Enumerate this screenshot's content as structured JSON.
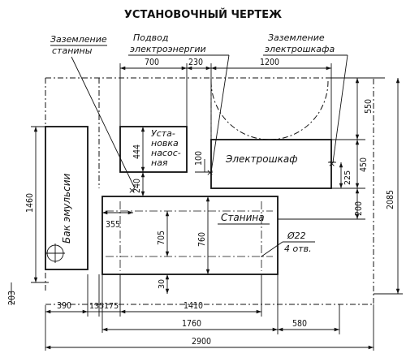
{
  "title": "УСТАНОВОЧНЫЙ ЧЕРТЕЖ",
  "labels": {
    "zazem_stan_1": "Заземление",
    "zazem_stan_2": "станины",
    "podvod_1": "Подвод",
    "podvod_2": "электроэнергии",
    "zazem_shkaf_1": "Заземление",
    "zazem_shkaf_2": "электрошкафа",
    "pump_1": "Уста-",
    "pump_2": "новка",
    "pump_3": "насос-",
    "pump_4": "ная",
    "cabinet": "Электрошкаф",
    "tank": "Бак эмульсии",
    "bed": "Станина",
    "holes_1": "Ø22",
    "holes_2": "4 отв."
  },
  "dims": {
    "d700": "700",
    "d230": "230",
    "d1200": "1200",
    "d550": "550",
    "d444": "444",
    "d100": "100",
    "d450": "450",
    "d225": "225",
    "d240": "240",
    "d2085": "2085",
    "d200": "200",
    "d1460": "1460",
    "d355": "355",
    "d705": "705",
    "d760": "760",
    "d30": "30",
    "d203": "203",
    "d390": "390",
    "d135": "135",
    "d175": "175",
    "d1410": "1410",
    "d1760": "1760",
    "d580": "580",
    "d2900": "2900"
  }
}
